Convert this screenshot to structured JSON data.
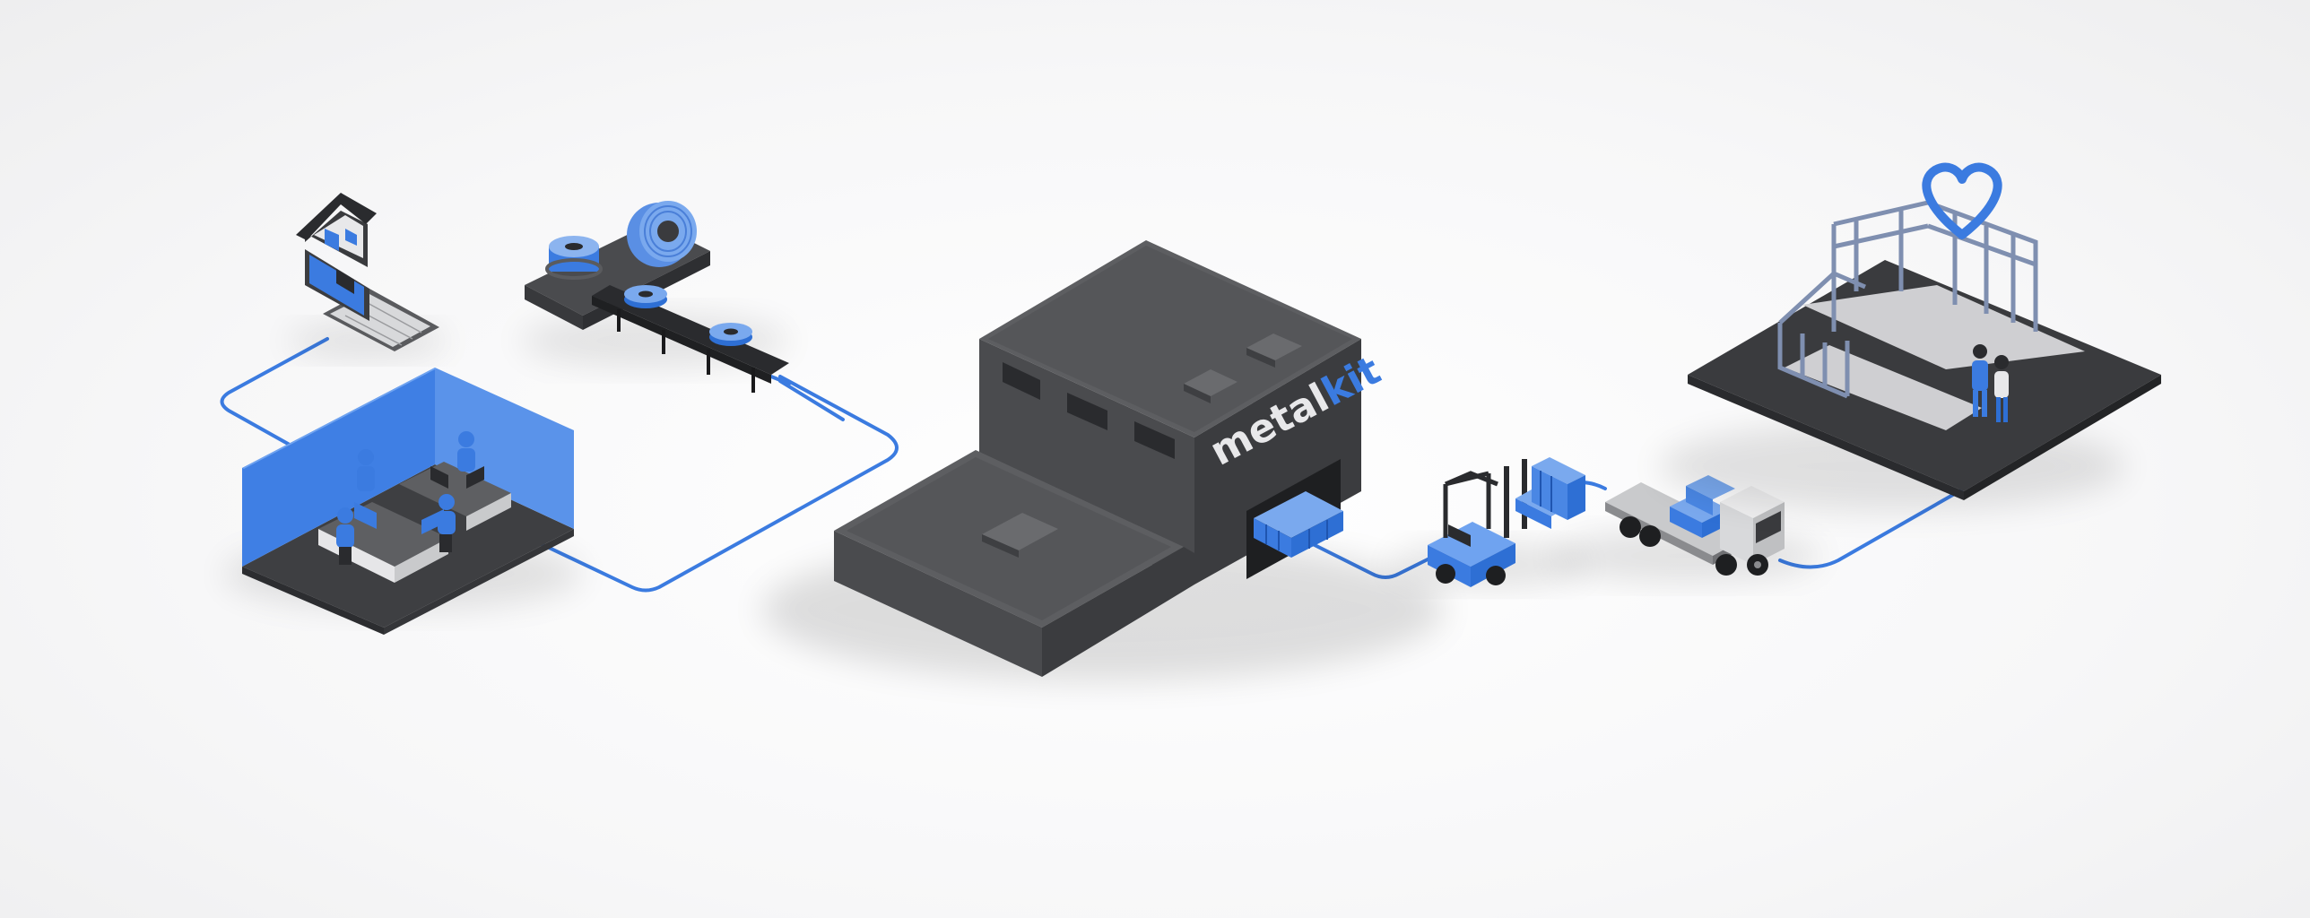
{
  "brand": {
    "logo_text_main": "metal",
    "logo_text_accent": "kit",
    "accent_color": "#3b7be0",
    "dark_color": "#4a4b4d"
  },
  "scene": {
    "stages": [
      {
        "name": "online-order",
        "icon": "laptop-with-house-and-cart-icon"
      },
      {
        "name": "design-office",
        "icon": "office-workers-icon"
      },
      {
        "name": "material-processing",
        "icon": "steel-coil-conveyor-icon"
      },
      {
        "name": "factory",
        "icon": "factory-building-icon"
      },
      {
        "name": "warehouse-loading",
        "icon": "forklift-icon"
      },
      {
        "name": "delivery",
        "icon": "flatbed-truck-icon"
      },
      {
        "name": "home-construction",
        "icon": "house-frame-with-heart-icon"
      }
    ]
  }
}
